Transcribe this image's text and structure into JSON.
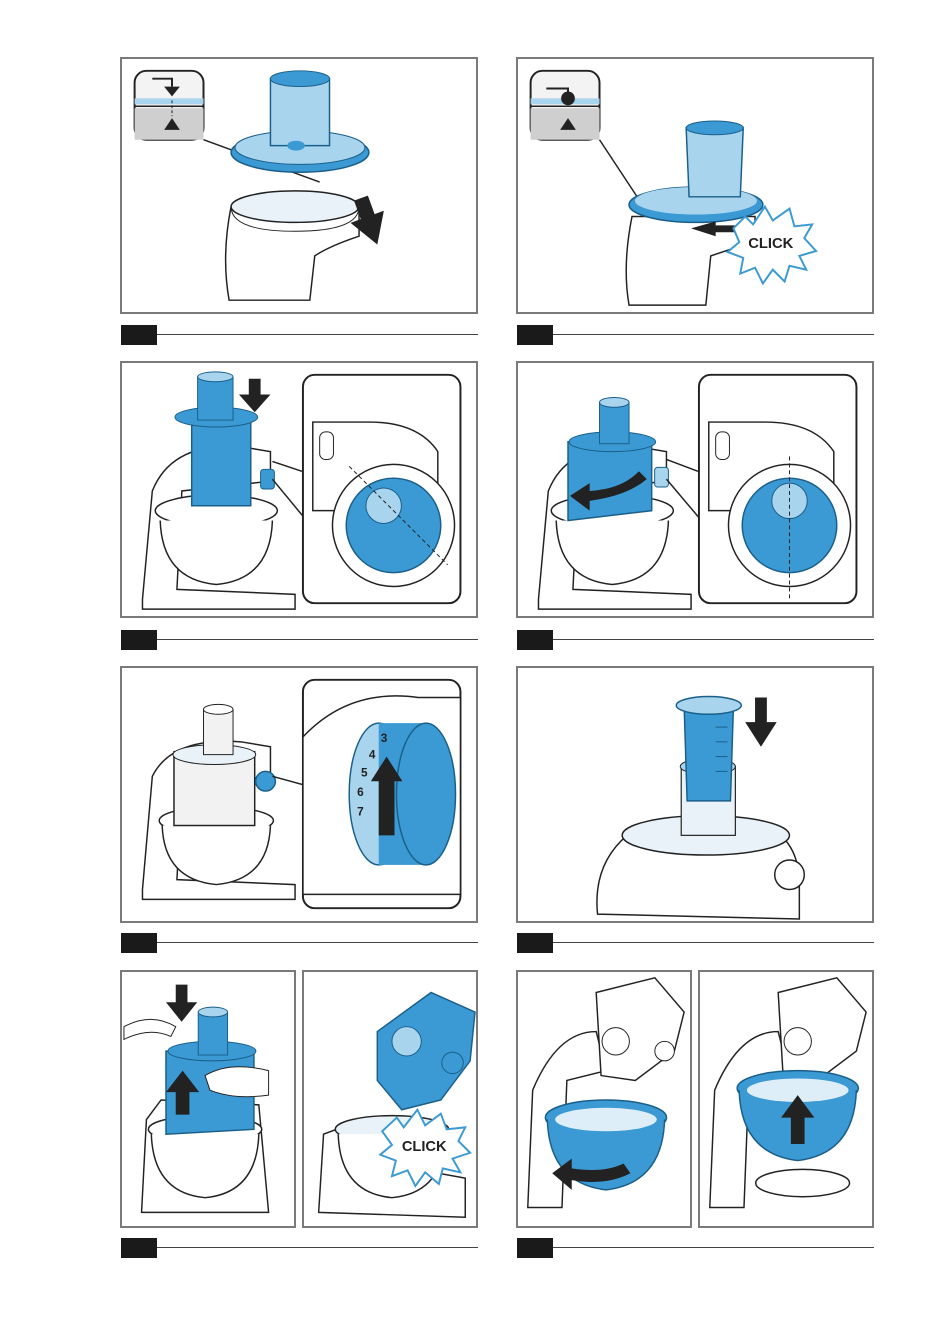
{
  "labels": {
    "click": "CLICK",
    "dial_numbers": [
      "3",
      "4",
      "5",
      "6",
      "7"
    ]
  },
  "steps": [
    "",
    "",
    "",
    "",
    "",
    "",
    "",
    ""
  ],
  "colors": {
    "accent_blue": "#3b9ad3",
    "light_blue": "#a8d4ee",
    "border_gray": "#7a7a7a",
    "dark": "#1a1a1a",
    "click_outline": "#3b9ad3"
  },
  "icons": {
    "down_arrow": "down-arrow-icon",
    "rotate_arrow": "rotate-arrow-icon",
    "up_arrow": "up-arrow-icon"
  }
}
